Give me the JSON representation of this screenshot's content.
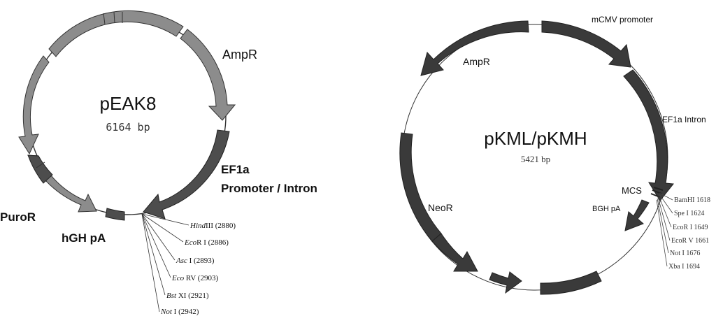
{
  "left_map": {
    "name": "pEAK8",
    "size": "6164 bp",
    "features": {
      "ampr": "AmpR",
      "ef1a_line1": "EF1a",
      "ef1a_line2": "Promoter / Intron",
      "puror": "PuroR",
      "hgh": "hGH pA"
    },
    "sites": [
      {
        "enzyme": "Hind",
        "suffix": "III (2880)"
      },
      {
        "enzyme": "Eco",
        "suffix": "R I (2886)"
      },
      {
        "enzyme": "Asc",
        "suffix": " I (2893)"
      },
      {
        "enzyme": "Eco",
        "suffix": " RV (2903)"
      },
      {
        "enzyme": "Bst",
        "suffix": " XI (2921)"
      },
      {
        "enzyme": "Not",
        "suffix": " I (2942)"
      }
    ]
  },
  "right_map": {
    "name": "pKML/pKMH",
    "size": "5421 bp",
    "features": {
      "mcmv": "mCMV promoter",
      "ampr": "AmpR",
      "ef1a": "EF1a Intron",
      "mcs": "MCS",
      "bgh": "BGH pA",
      "neor": "NeoR"
    },
    "sites": [
      "BamHI 1618",
      "Spe I 1624",
      "EcoR I 1649",
      "EcoR V 1661",
      "Not I 1676",
      "Xba I 1694"
    ]
  },
  "colors": {
    "left_feature": "#8c8c8c",
    "left_dark": "#505050",
    "right_feature": "#3a3a3a",
    "backbone": "#333333",
    "text": "#111111"
  }
}
